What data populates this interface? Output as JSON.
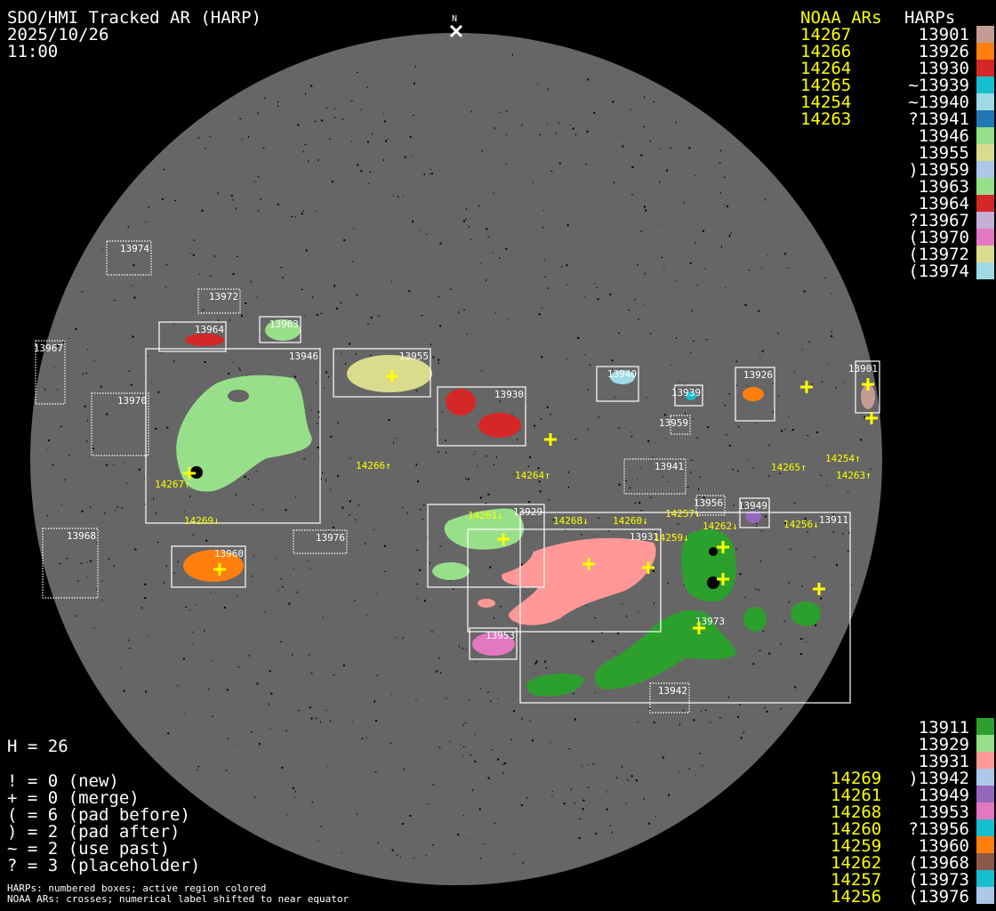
{
  "header": {
    "title": "SDO/HMI Tracked AR (HARP)",
    "date": "2025/10/26",
    "time": "11:00",
    "north": "N"
  },
  "noaa_heading": "NOAA ARs",
  "harps_heading": "HARPs",
  "top_noaa": [
    "14267",
    "14266",
    "14264",
    "14265",
    "14254",
    "14263"
  ],
  "top_harps": [
    {
      "label": " 13901",
      "color": "#c49c94"
    },
    {
      "label": " 13926",
      "color": "#ff7f0e"
    },
    {
      "label": " 13930",
      "color": "#d62728"
    },
    {
      "label": "~13939",
      "color": "#17becf"
    },
    {
      "label": "~13940",
      "color": "#9edae5"
    },
    {
      "label": "?13941",
      "color": "#1f77b4"
    },
    {
      "label": " 13946",
      "color": "#98df8a"
    },
    {
      "label": " 13955",
      "color": "#dbdb8d"
    },
    {
      "label": ")13959",
      "color": "#aec7e8"
    },
    {
      "label": " 13963",
      "color": "#98df8a"
    },
    {
      "label": " 13964",
      "color": "#d62728"
    },
    {
      "label": "?13967",
      "color": "#c5b0d5"
    },
    {
      "label": "(13970",
      "color": "#e377c2"
    },
    {
      "label": "(13972",
      "color": "#dbdb8d"
    },
    {
      "label": "(13974",
      "color": "#9edae5"
    }
  ],
  "bottom_noaa": [
    "14269",
    "14261",
    "14268",
    "14260",
    "14259",
    "14262",
    "14257",
    "14256"
  ],
  "bottom_harps": [
    {
      "label": " 13911",
      "color": "#2ca02c"
    },
    {
      "label": " 13929",
      "color": "#98df8a"
    },
    {
      "label": " 13931",
      "color": "#ff9896"
    },
    {
      "label": ")13942",
      "color": "#aec7e8"
    },
    {
      "label": " 13949",
      "color": "#9467bd"
    },
    {
      "label": " 13953",
      "color": "#e377c2"
    },
    {
      "label": "?13956",
      "color": "#17becf"
    },
    {
      "label": " 13960",
      "color": "#ff7f0e"
    },
    {
      "label": "(13968",
      "color": "#8c564b"
    },
    {
      "label": "(13973",
      "color": "#17becf"
    },
    {
      "label": "(13976",
      "color": "#aec7e8"
    }
  ],
  "stats": {
    "h": "H = 26",
    "lines": [
      "! = 0 (new)",
      "+ = 0 (merge)",
      "( = 6 (pad before)",
      ") = 2 (pad after)",
      "~ = 2 (use past)",
      "? = 3 (placeholder)"
    ],
    "note1": "HARPs: numbered boxes; active region colored",
    "note2": "NOAA ARs: crosses; numerical label shifted to near equator"
  },
  "disk_harps": [
    "13974",
    "13972",
    "13964",
    "13963",
    "13946",
    "13967",
    "13970",
    "13955",
    "13930",
    "13940",
    "13939",
    "13959",
    "13926",
    "13901",
    "13941",
    "13968",
    "13976",
    "13960",
    "13929",
    "13931",
    "13956",
    "13949",
    "13911",
    "13953",
    "13942",
    "13973"
  ],
  "disk_noaa": [
    "14267↑",
    "14266↑",
    "14264↑",
    "14265↑",
    "14254↑",
    "14263↑",
    "14269↓",
    "14261↓",
    "14268↓",
    "14260↓",
    "14257↓",
    "14262↓",
    "14259↓",
    "14256↓"
  ]
}
